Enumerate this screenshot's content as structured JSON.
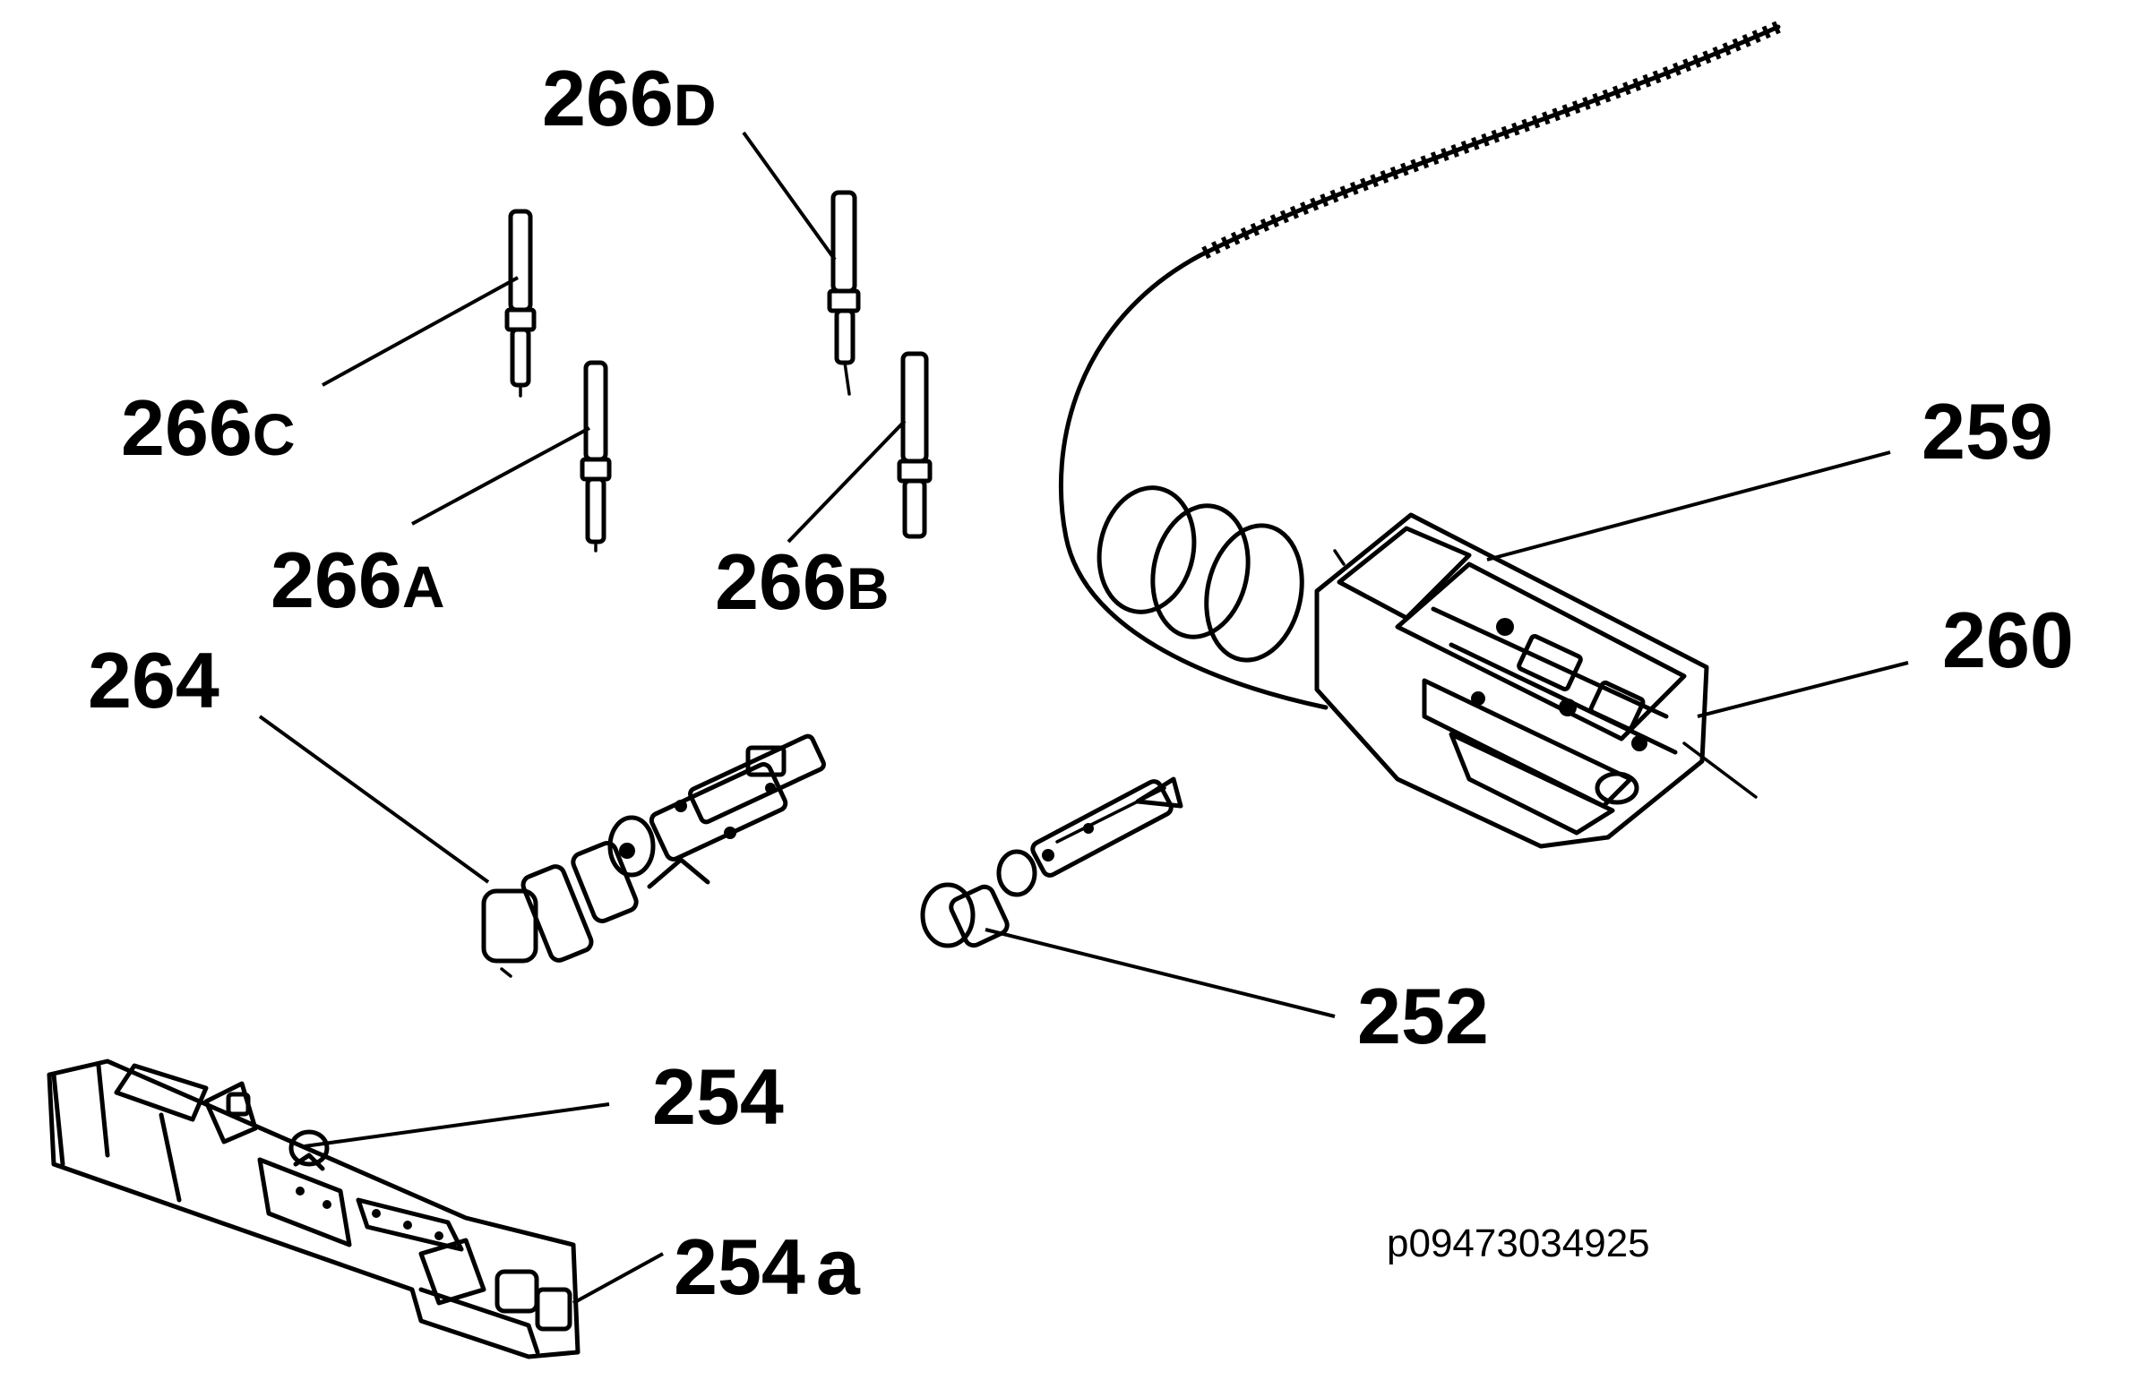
{
  "labels": {
    "l266d": {
      "num": "266",
      "suffix": "D"
    },
    "l266c": {
      "num": "266",
      "suffix": "C"
    },
    "l266a": {
      "num": "266",
      "suffix": "A"
    },
    "l266b": {
      "num": "266",
      "suffix": "B"
    },
    "l264": {
      "num": "264"
    },
    "l259": {
      "num": "259"
    },
    "l260": {
      "num": "260"
    },
    "l252": {
      "num": "252"
    },
    "l254": {
      "num": "254"
    },
    "l254a": {
      "num": "254",
      "suffix": "a"
    }
  },
  "reference_code": "p09473034925"
}
